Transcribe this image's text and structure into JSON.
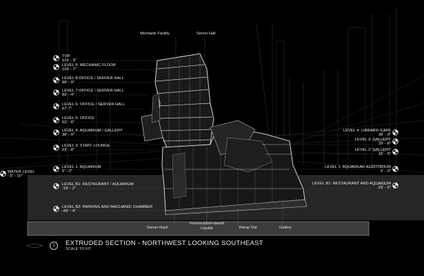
{
  "drawing": {
    "number": "2",
    "title": "EXTRUDED SECTION - NORTHWEST LOOKING SOUTHEAST",
    "scale": "SCALE TO FIT"
  },
  "top_labels": [
    "Mechanic Facility",
    "Server Hall"
  ],
  "bottom_labels": [
    "Server Rack",
    "Fluorocarbon-based\nLiquids",
    "Ramp Out",
    "Gallery"
  ],
  "left_levels": [
    {
      "name": "TOP",
      "elevation": "121' - 5\""
    },
    {
      "name": "LEVEL 9: MECHANIC FLOOR",
      "elevation": "110' - 7\""
    },
    {
      "name": "LEVEL 8:OFFICE / SERVER HALL",
      "elevation": "96' - 9\""
    },
    {
      "name": "LEVEL 7:OFFICE / SERVER HALL",
      "elevation": "83' - 4\""
    },
    {
      "name": "LEVEL 6: OFFICE / SERVER HALL",
      "elevation": "67' 7\""
    },
    {
      "name": "LEVEL 5: OFFICE",
      "elevation": "52' - 6\""
    },
    {
      "name": "LEVEL 4: AQUARIUM / GALLERY",
      "elevation": "38' - 9\""
    },
    {
      "name": "LEVEL 3: STAFF LOUNGE",
      "elevation": "23' - 8\""
    },
    {
      "name": "LEVEL 1: AQUARIUM",
      "elevation": "0' - 0\""
    },
    {
      "name": "LEVEL B1: RESTAURANT / AQUARIUM",
      "elevation": "-19' - 2\""
    },
    {
      "name": "LEVEL B2: PARKING AND MACHANIC CHAMBER",
      "elevation": "-43' - 4\""
    }
  ],
  "water_level": {
    "name": "WATER LEVEL",
    "elevation": "- 5' - 10\""
  },
  "right_levels": [
    {
      "name": "LEVEL 4: LIBRARY/ CAFE",
      "elevation": "38' - 9\""
    },
    {
      "name": "LEVEL 3: GALLERY",
      "elevation": "29' - 8\""
    },
    {
      "name": "LEVEL 2: GALLERY",
      "elevation": "16' - 5\""
    },
    {
      "name": "LEVEL 1: AQUARIUM/ AUDITORIUM",
      "elevation": "0' - 0\""
    },
    {
      "name": "LEVEL B1: RESTAURANT AND AQUARIUM",
      "elevation": "-19' - 6\""
    }
  ]
}
